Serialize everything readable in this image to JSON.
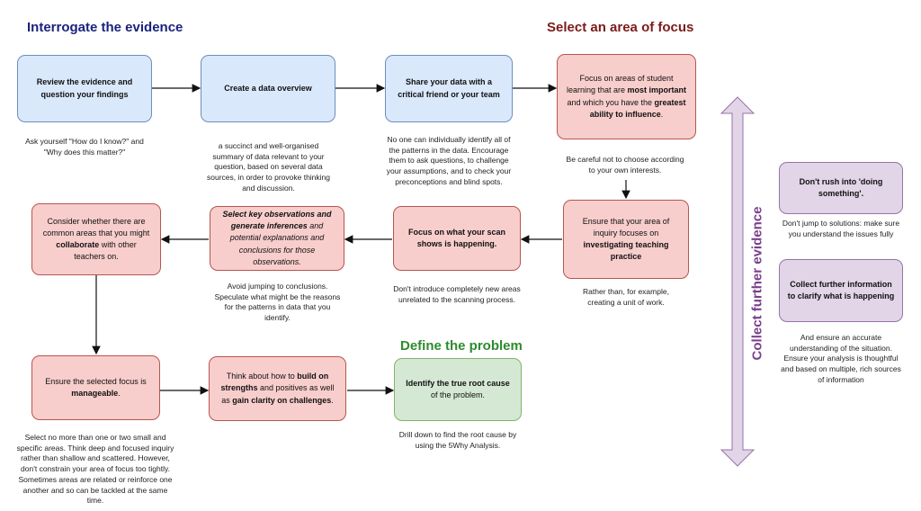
{
  "headings": {
    "interrogate": "Interrogate the evidence",
    "select_focus": "Select an area of focus",
    "define_problem": "Define the problem",
    "collect": "Collect further evidence"
  },
  "colors": {
    "interrogate": "#1a237e",
    "select_focus": "#7b1b1b",
    "define_problem": "#2e8b2e",
    "collect": "#7a3f8e"
  },
  "boxes": {
    "review": "Review the evidence and question your findings",
    "overview": "Create a data overview",
    "share": "Share your data with a critical friend or your team",
    "focus_areas": {
      "pre": "Focus on areas of student learning that are ",
      "b1": "most important",
      "mid": " and which you have the ",
      "b2": "greatest ability to influence",
      "post": "."
    },
    "ensure_inquiry": {
      "pre": "Ensure that your area of inquiry focuses on ",
      "b": "investigating teaching practice"
    },
    "focus_scan": "Focus on what your scan shows is happening.",
    "select_obs": {
      "i1": "Select key observations and generate inferences",
      "i2": " and potential explanations and conclusions for those observations."
    },
    "consider": {
      "pre": "Consider whether there are common areas that you might ",
      "b": "collaborate",
      "post": " with other teachers on."
    },
    "manageable": {
      "pre": "Ensure the selected focus is ",
      "b": "manageable",
      "post": "."
    },
    "build": {
      "pre": "Think about how to ",
      "b1": "build on strengths",
      "mid": " and positives as well as ",
      "b2": "gain clarity on challenges",
      "post": "."
    },
    "root_cause": {
      "b": "Identify the true root cause",
      "post": " of the problem."
    },
    "dont_rush": "Don't rush into 'doing something'.",
    "collect_info": "Collect further information to clarify what is happening"
  },
  "notes": {
    "review": "Ask yourself \"How do I know?\" and \"Why does this matter?\"",
    "overview": "a succinct and well-organised summary of data relevant to your question, based on several data sources, in order to provoke thinking and discussion.",
    "share": "No one can individually identify all of the patterns in the data. Encourage them to ask questions, to challenge your assumptions, and to check your preconceptions and blind spots.",
    "focus_areas": "Be careful not to choose according to your own interests.",
    "ensure_inquiry": "Rather than, for example, creating a unit of work.",
    "focus_scan": "Don't introduce completely new areas unrelated to the scanning process.",
    "select_obs": "Avoid jumping to conclusions. Speculate what might be the reasons for the patterns in data that you identify.",
    "manageable": "Select no more than one or two small and specific areas. Think deep and focused inquiry rather than shallow and scattered. However, don't constrain your area of focus too tightly. Sometimes areas are related or reinforce one another and so can be tackled at the same time.",
    "root_cause": "Drill down to find the root cause by using the 5Why Analysis.",
    "dont_rush": "Don't jump to solutions: make sure you understand the issues fully",
    "collect_info": "And ensure an accurate understanding of the situation. Ensure your analysis is thoughtful and based on multiple, rich sources of information"
  }
}
